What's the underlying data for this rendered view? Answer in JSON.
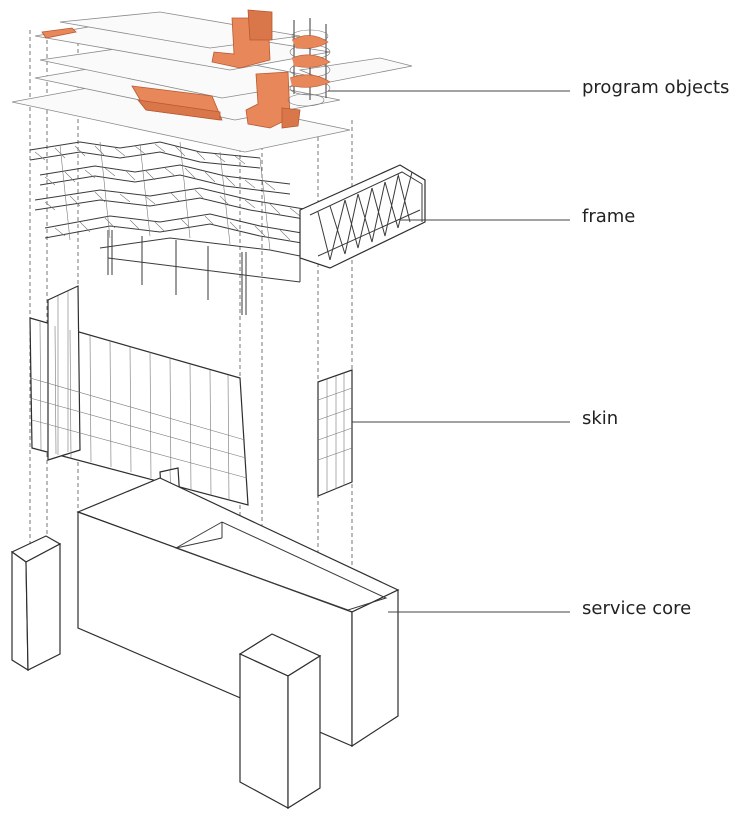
{
  "labels": {
    "program_objects": "program objects",
    "frame": "frame",
    "skin": "skin",
    "service_core": "service core"
  },
  "colors": {
    "program_fill": "#e8875a",
    "program_stroke": "#b85a30",
    "line": "#3a3a3a"
  }
}
